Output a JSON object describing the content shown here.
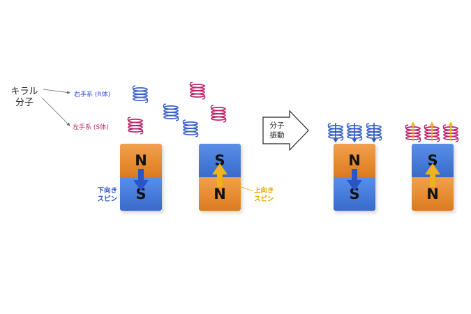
{
  "chiral": {
    "line1": "キラル",
    "line2": "分子"
  },
  "right_handed_label": "右手系 (R体)",
  "left_handed_label": "左手系 (S体)",
  "down_spin": {
    "line1": "下向き",
    "line2": "スピン"
  },
  "up_spin": {
    "line1": "上向き",
    "line2": "スピン"
  },
  "vibration": {
    "line1": "分子",
    "line2": "振動"
  },
  "magnets": [
    {
      "top": "N",
      "bottom": "S"
    },
    {
      "top": "S",
      "bottom": "N"
    },
    {
      "top": "N",
      "bottom": "S"
    },
    {
      "top": "S",
      "bottom": "N"
    }
  ],
  "colors": {
    "r_helix": "#3a62c8",
    "s_helix": "#c0226a",
    "orange": "#e68a2e",
    "blue": "#4479d8",
    "spin_down_arrow": "#2b55c4",
    "spin_up_arrow": "#f2b21c"
  }
}
